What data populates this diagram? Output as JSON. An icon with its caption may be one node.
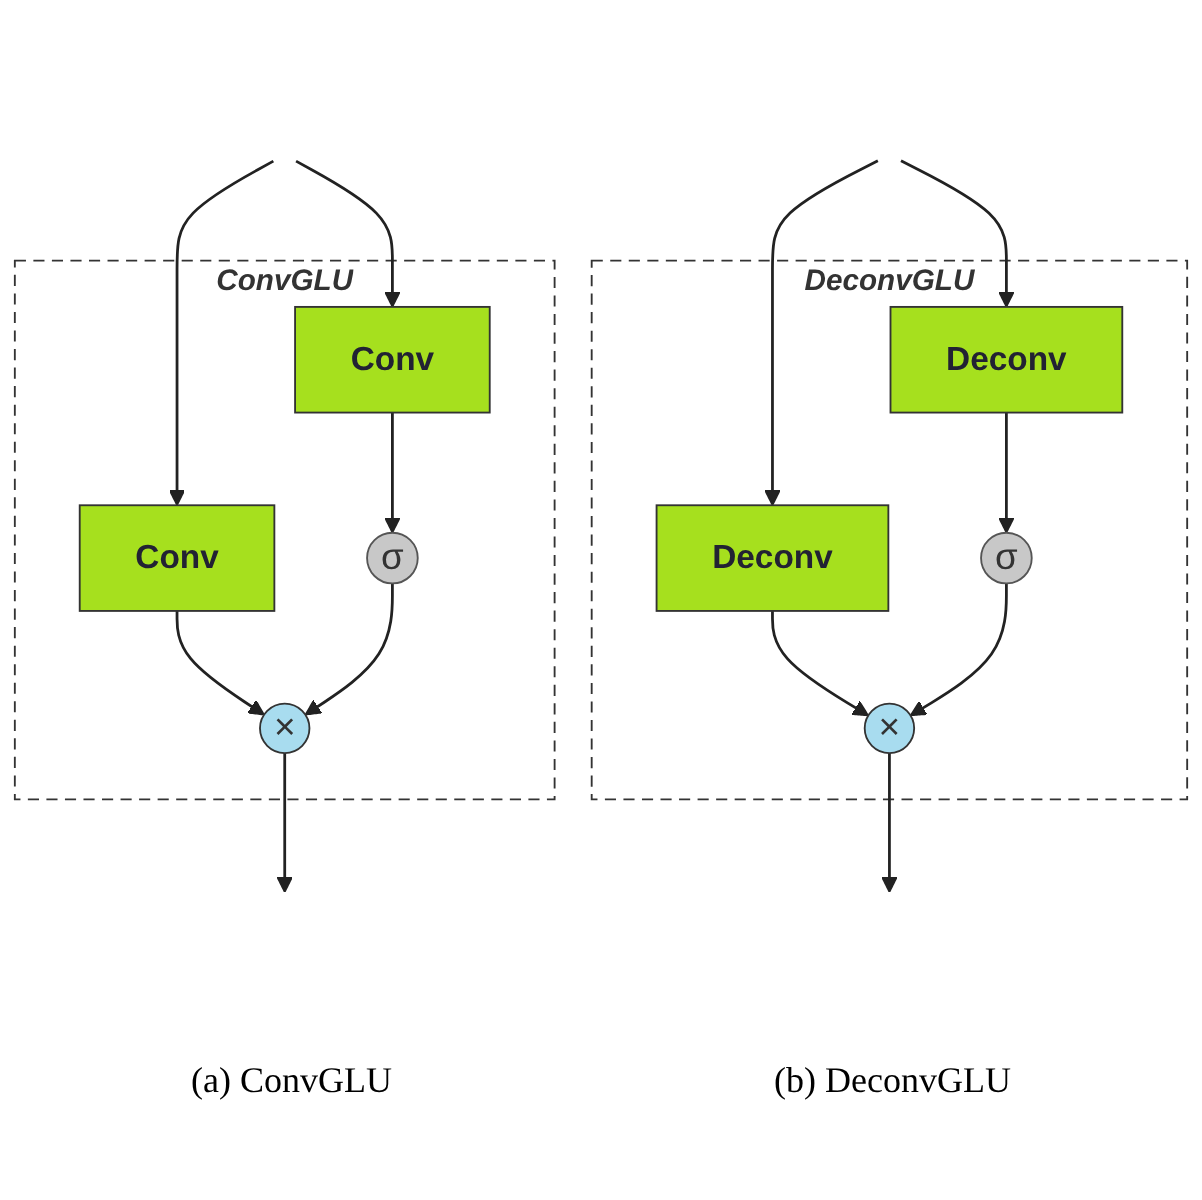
{
  "diagram": {
    "nodes": [
      {
        "text": [
          "ConvGLU"
        ]
      },
      {
        "text": [
          "Conv"
        ],
        "in": 0
      },
      {
        "text": [
          "Conv"
        ],
        "in": 0
      },
      {
        "text": [
          "σ"
        ],
        "in": 0
      },
      {
        "text": [
          "×"
        ],
        "in": 0
      },
      {
        "text": [
          "DeconvGLU"
        ]
      },
      {
        "text": [
          "Deconv"
        ],
        "in": 5
      },
      {
        "text": [
          "Deconv"
        ],
        "in": 5
      },
      {
        "text": [
          "σ"
        ],
        "in": 5
      },
      {
        "text": [
          "×"
        ],
        "in": 5
      }
    ],
    "edges": [
      {
        "from": null,
        "to": 1,
        "arrow": "to"
      },
      {
        "from": null,
        "to": 2,
        "arrow": "to"
      },
      {
        "from": 2,
        "to": 3,
        "arrow": "to"
      },
      {
        "from": 1,
        "to": 4,
        "arrow": "to"
      },
      {
        "from": 3,
        "to": 4,
        "arrow": "to"
      },
      {
        "from": 4,
        "to": null,
        "arrow": "to"
      },
      {
        "from": null,
        "to": 6,
        "arrow": "to"
      },
      {
        "from": null,
        "to": 7,
        "arrow": "to"
      },
      {
        "from": 7,
        "to": 8,
        "arrow": "to"
      },
      {
        "from": 6,
        "to": 9,
        "arrow": "to"
      },
      {
        "from": 8,
        "to": 9,
        "arrow": "to"
      },
      {
        "from": 9,
        "to": null,
        "arrow": "to"
      }
    ],
    "labels": [
      "(a) ConvGLU",
      "(b) DeconvGLU"
    ]
  }
}
